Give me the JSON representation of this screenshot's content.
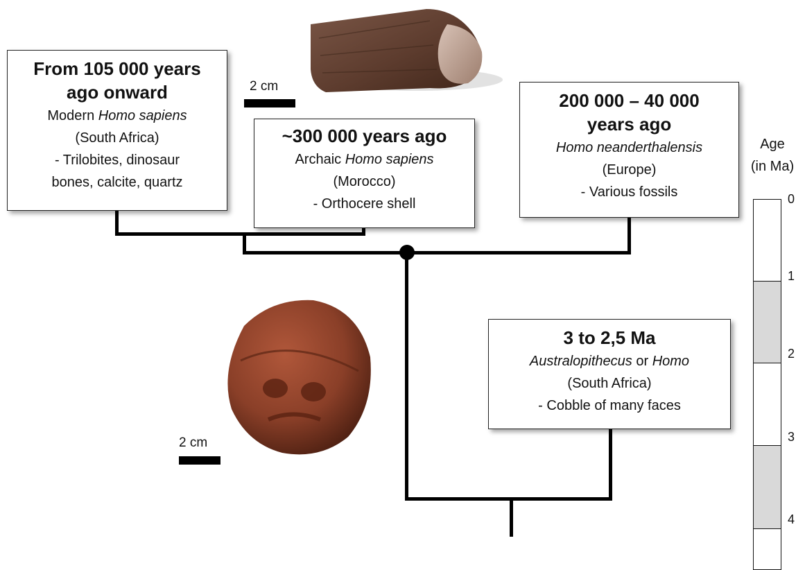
{
  "boxes": {
    "modern": {
      "title": "From 105 000 years ago onward",
      "line1_pre": "Modern ",
      "line1_ital": "Homo sapiens",
      "line2": "(South Africa)",
      "line3": "- Trilobites, dinosaur",
      "line4": "bones, calcite, quartz"
    },
    "archaic": {
      "title": "~300 000 years ago",
      "line1_pre": "Archaic ",
      "line1_ital": "Homo sapiens",
      "line2": "(Morocco)",
      "line3": "- Orthocere shell"
    },
    "neanderthal": {
      "title": "200 000 – 40 000 years ago",
      "line1_ital": "Homo neanderthalensis",
      "line2": "(Europe)",
      "line3": "- Various fossils"
    },
    "australopithecus": {
      "title": "3 to 2,5 Ma",
      "line1_ital": "Australopithecus",
      "line1_mid": " or ",
      "line1_ital2": "Homo",
      "line2": "(South Africa)",
      "line3": "- Cobble of many faces"
    }
  },
  "scale_bars": {
    "top": "2 cm",
    "bottom": "2 cm"
  },
  "age_axis": {
    "title_line1": "Age",
    "title_line2": "(in Ma)",
    "ticks": [
      "0",
      "1",
      "2",
      "3",
      "4"
    ]
  },
  "colors": {
    "line": "#000000",
    "band_gray": "#d9d9d9",
    "artifact_top": "#6b4a3a",
    "artifact_cobble": "#8a3f28"
  }
}
